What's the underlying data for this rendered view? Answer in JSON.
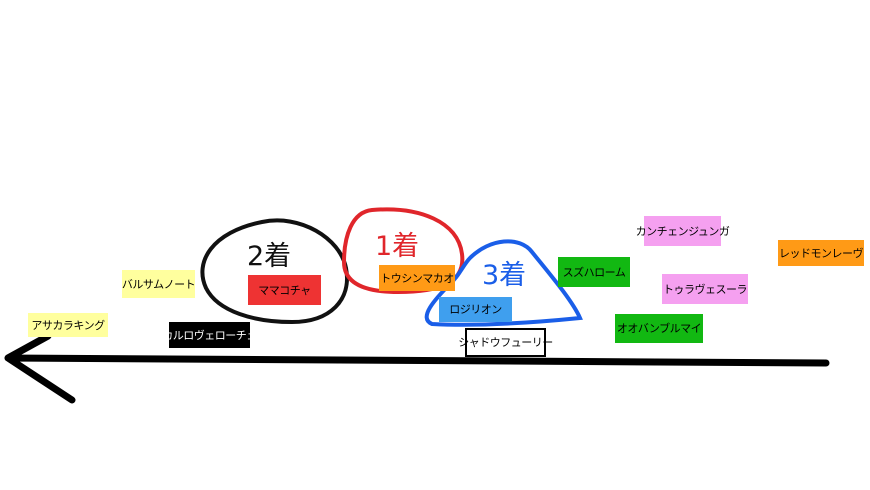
{
  "place_labels": {
    "first": "1着",
    "second": "2着",
    "third": "3着"
  },
  "horses": {
    "asakaraking": "アサカラキング",
    "barusamu": "バルサムノート",
    "karuro": "カルロヴェローチェ",
    "mamakochya": "ママコチャ",
    "toushin": "トウシンマカオ",
    "rojirion": "ロジリオン",
    "shadow": "シャドウフューリー",
    "suzuha": "スズハローム",
    "oobanburu": "オオバンブルマイ",
    "kanchen": "カンチェンジュンガ",
    "touraves": "トゥラヴェスーラ",
    "reddomon": "レッドモンレーヴ"
  },
  "colors": {
    "first_circle": "#e0262b",
    "second_circle": "#111111",
    "third_circle": "#1a5ee8",
    "arrow": "#000000",
    "yellow_tag": "#ffff9e",
    "black_tag": "#000000",
    "red_tag": "#ee3333",
    "orange_tag": "#ff9a16",
    "blue_tag": "#3f9fee",
    "white_tag": "#ffffff",
    "green_tag": "#12b812",
    "pink_tag": "#f5a0f0"
  }
}
